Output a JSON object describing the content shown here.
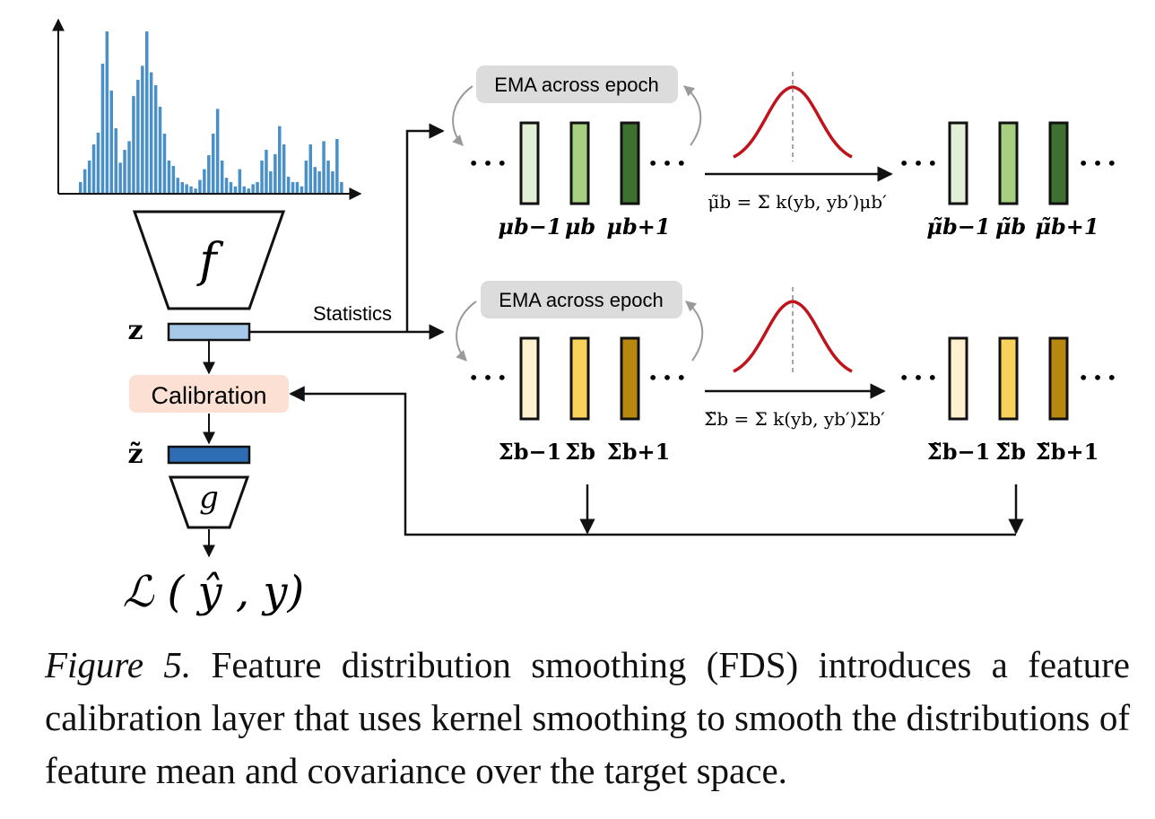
{
  "histogram": {
    "heights": [
      10,
      22,
      30,
      45,
      56,
      120,
      150,
      95,
      60,
      28,
      40,
      48,
      90,
      105,
      118,
      150,
      112,
      100,
      80,
      55,
      30,
      25,
      14,
      10,
      8,
      6,
      4,
      12,
      22,
      35,
      55,
      78,
      30,
      14,
      10,
      6,
      22,
      6,
      4,
      8,
      10,
      30,
      40,
      20,
      36,
      62,
      45,
      15,
      10,
      10,
      6,
      30,
      45,
      24,
      20,
      48,
      30,
      20,
      50,
      10
    ],
    "color": "#4a90c8"
  },
  "encoder": {
    "label": "f"
  },
  "decoder": {
    "label": "g"
  },
  "feature": {
    "label": "z",
    "color": "#a8c8ea"
  },
  "calibrated_feature": {
    "label": "z̃",
    "color": "#2e6db4"
  },
  "calibration": {
    "label": "Calibration",
    "color": "#fbe0d3"
  },
  "loss": {
    "text": "ℒ ( ŷ , y)"
  },
  "statistics_label": "Statistics",
  "ema_label": "EMA across epoch",
  "ellipsis": "•••",
  "mean_row": {
    "colors": [
      "#e2eed6",
      "#a6cf82",
      "#3e7130"
    ],
    "labels": [
      "μb−1",
      "μb",
      "μb+1"
    ],
    "smoothed_labels": [
      "μ̃b−1",
      "μ̃b",
      "μ̃b+1"
    ],
    "formula": "μ̃b = Σ k(yb, yb′)μb′"
  },
  "cov_row": {
    "colors": [
      "#fdf1cf",
      "#f8d25a",
      "#b8870f"
    ],
    "labels": [
      "Σb−1",
      "Σb",
      "Σb+1"
    ],
    "smoothed_labels": [
      "Σ̃b−1",
      "Σ̃b",
      "Σ̃b+1"
    ],
    "formula": "Σ̃b = Σ k(yb, yb′)Σb′"
  },
  "kernel_color": "#c0141c",
  "caption": {
    "label": "Figure 5.",
    "text": " Feature distribution smoothing (FDS) introduces a feature calibration layer that uses kernel smoothing to smooth the distributions of feature mean and covariance over the target space."
  }
}
